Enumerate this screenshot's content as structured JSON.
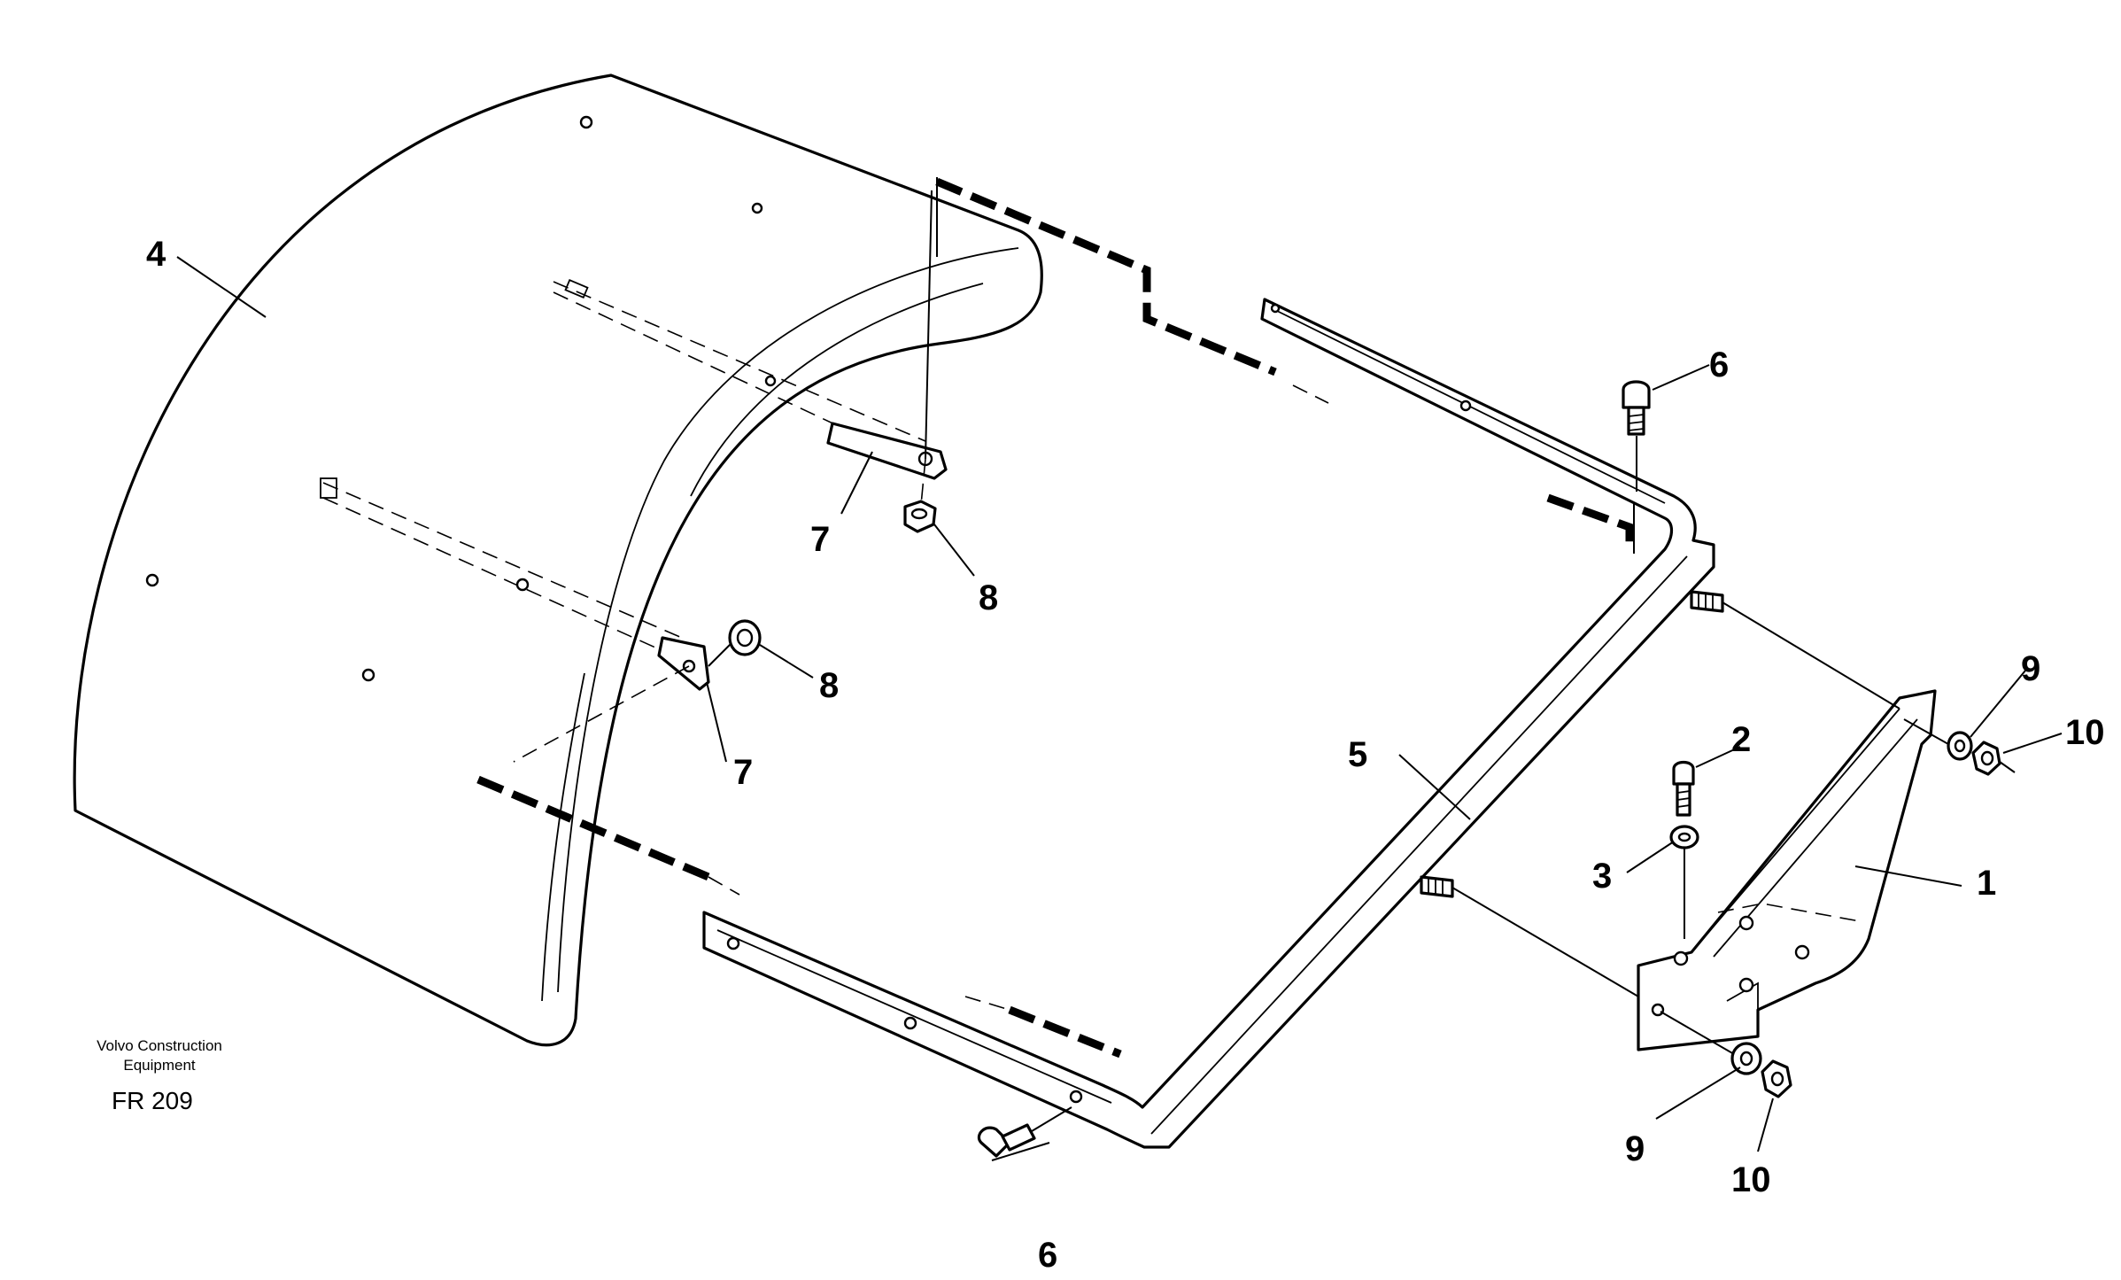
{
  "figure": {
    "brand_line1": "Volvo Construction",
    "brand_line2": "Equipment",
    "figure_code": "FR 209"
  },
  "callouts": {
    "c1": "1",
    "c2": "2",
    "c3": "3",
    "c4": "4",
    "c5": "5",
    "c6a": "6",
    "c6b": "6",
    "c7a": "7",
    "c7b": "7",
    "c8a": "8",
    "c8b": "8",
    "c9a": "9",
    "c9b": "9",
    "c10a": "10",
    "c10b": "10"
  }
}
